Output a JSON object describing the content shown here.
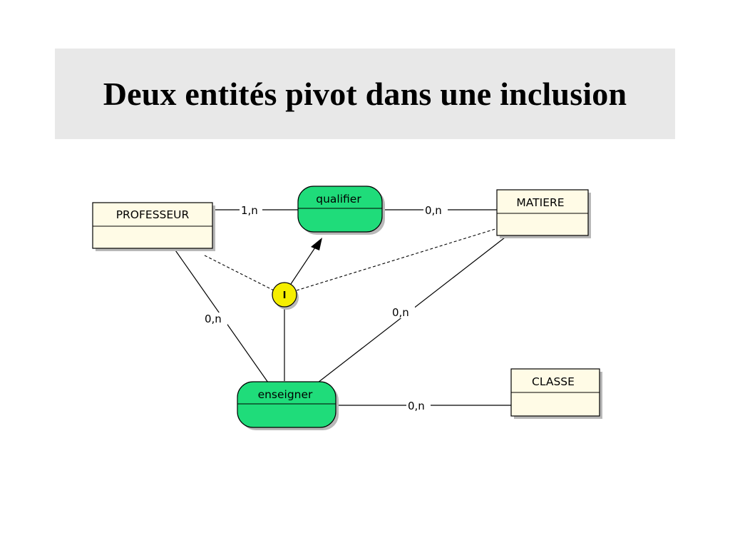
{
  "title": "Deux entités pivot dans une inclusion",
  "colors": {
    "entity_fill": "#fffbe6",
    "association_fill": "#1fdc7a",
    "inclusion_fill": "#f5ee00",
    "shadow": "#b8b8b8",
    "title_band": "#e8e8e8"
  },
  "entities": {
    "professeur": "PROFESSEUR",
    "matiere": "MATIERE",
    "classe": "CLASSE"
  },
  "associations": {
    "qualifier": "qualifier",
    "enseigner": "enseigner"
  },
  "inclusion": {
    "label": "I"
  },
  "cardinalities": {
    "professeur_qualifier": "1,n",
    "matiere_qualifier": "0,n",
    "professeur_enseigner": "0,n",
    "matiere_enseigner": "0,n",
    "classe_enseigner": "0,n"
  }
}
